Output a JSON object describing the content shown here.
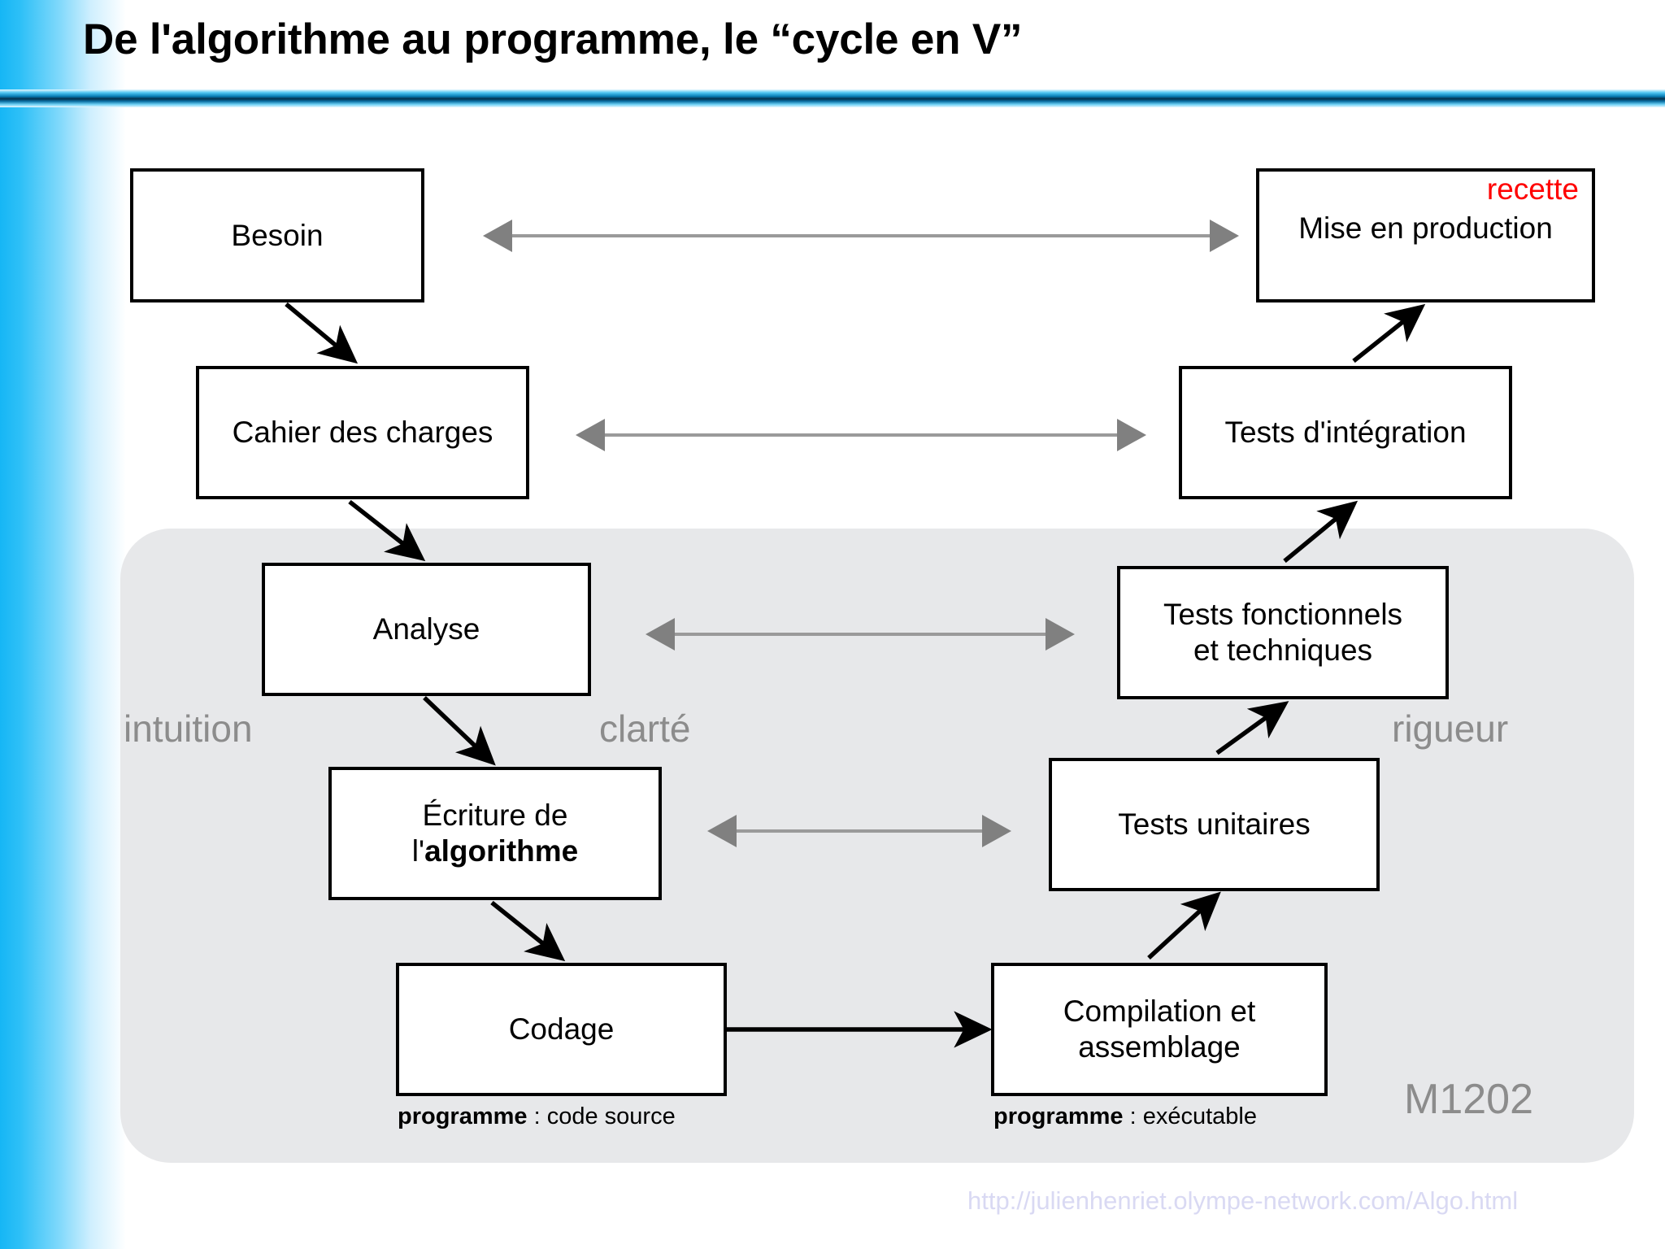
{
  "slide": {
    "title": "De l'algorithme au programme, le “cycle en V”",
    "course_code": "M1202",
    "url": "http://julienhenriet.olympe-network.com/Algo.html"
  },
  "colors": {
    "accent_blue": "#16b6f5",
    "rule_dark": "#04304c",
    "panel_gray": "#e7e8ea",
    "word_gray": "#8c8c8c",
    "highlight_red": "#ff0000",
    "url_lavender": "#d9d9f3",
    "arrow_gray": "#808080",
    "box_border": "#000000"
  },
  "diagram": {
    "type": "v-model",
    "left_branch": [
      {
        "id": "besoin",
        "label": "Besoin"
      },
      {
        "id": "cahier",
        "label": "Cahier des charges"
      },
      {
        "id": "analyse",
        "label": "Analyse"
      },
      {
        "id": "ecriture",
        "label_line1": "Écriture de",
        "label_line2_prefix": "l'",
        "label_line2_bold": "algorithme"
      },
      {
        "id": "codage",
        "label": "Codage"
      }
    ],
    "right_branch": [
      {
        "id": "mise",
        "badge": "recette",
        "label": "Mise en production"
      },
      {
        "id": "integration",
        "label": "Tests d'intégration"
      },
      {
        "id": "fonctionnels",
        "label_line1": "Tests fonctionnels",
        "label_line2": "et techniques"
      },
      {
        "id": "unitaires",
        "label": "Tests unitaires"
      },
      {
        "id": "compilation",
        "label_line1": "Compilation et",
        "label_line2": "assemblage"
      }
    ],
    "correspondence_arrows": [
      {
        "from": "besoin",
        "to": "mise"
      },
      {
        "from": "cahier",
        "to": "integration"
      },
      {
        "from": "analyse",
        "to": "fonctionnels"
      },
      {
        "from": "ecriture",
        "to": "unitaires"
      }
    ],
    "captions": [
      {
        "id": "code-source",
        "bold": "programme",
        "rest": " : code source"
      },
      {
        "id": "executable",
        "bold": "programme",
        "rest": " : exécutable"
      }
    ],
    "zone_words": [
      {
        "id": "intuition",
        "label": "intuition"
      },
      {
        "id": "clarte",
        "label": "clarté"
      },
      {
        "id": "rigueur",
        "label": "rigueur"
      }
    ]
  }
}
